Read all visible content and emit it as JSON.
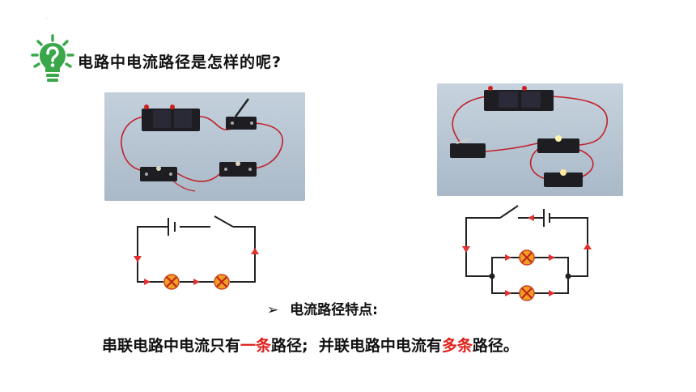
{
  "header": {
    "icon": "lightbulb-question-icon",
    "title": "电路中电流路径是怎样的呢?"
  },
  "colors": {
    "icon_green": "#3aa84a",
    "accent_red": "#e0201a",
    "wire_red": "#c0202a",
    "arrow_red": "#e03030",
    "lamp_orange": "#f0a020",
    "photo_bg": "#b9c7d4"
  },
  "series_circuit": {
    "photo": "series-circuit-photo",
    "diagram": "series-circuit-diagram"
  },
  "parallel_circuit": {
    "photo": "parallel-circuit-photo",
    "diagram": "parallel-circuit-diagram"
  },
  "feature": {
    "bullet": "➢",
    "label": "电流路径特点:"
  },
  "conclusion": {
    "part1": "串联电路中电流只有",
    "em1": "一条",
    "part2": "路径;  并联电路中电流有",
    "em2": "多条",
    "part3": "路径。"
  }
}
